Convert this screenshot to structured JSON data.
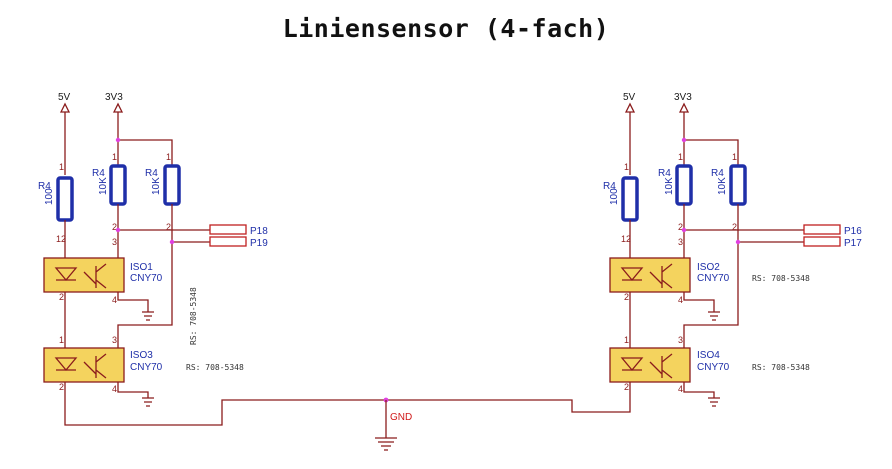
{
  "title": "Liniensensor (4-fach)",
  "power": {
    "v5": "5V",
    "v33": "3V3",
    "gnd": "GND"
  },
  "resistors": {
    "r1": {
      "ref": "R4",
      "value": "100"
    },
    "r2": {
      "ref": "R4",
      "value": "10K"
    },
    "r3": {
      "ref": "R4",
      "value": "10K"
    },
    "r4": {
      "ref": "R4",
      "value": "100"
    },
    "r5": {
      "ref": "R4",
      "value": "10K"
    },
    "r6": {
      "ref": "R4",
      "value": "10K"
    }
  },
  "sensors": {
    "iso1": {
      "ref": "ISO1",
      "part": "CNY70"
    },
    "iso2": {
      "ref": "ISO2",
      "part": "CNY70",
      "rs": "RS: 708-5348"
    },
    "iso3": {
      "ref": "ISO3",
      "part": "CNY70",
      "rs": "RS: 708-5348"
    },
    "iso4": {
      "ref": "ISO4",
      "part": "CNY70",
      "rs": "RS: 708-5348"
    }
  },
  "rs_vertical": "RS: 708-5348",
  "connectors": {
    "p18": "P18",
    "p19": "P19",
    "p16": "P16",
    "p17": "P17"
  },
  "pins": {
    "one": "1",
    "two": "2",
    "three": "3",
    "four": "4",
    "twelve": "12"
  },
  "colors": {
    "wire": "#8b1c1c",
    "resistor": "#1f2fa8",
    "component": "#f4d35e",
    "junction": "#e040e0",
    "gnd_label": "#d01a1a"
  }
}
